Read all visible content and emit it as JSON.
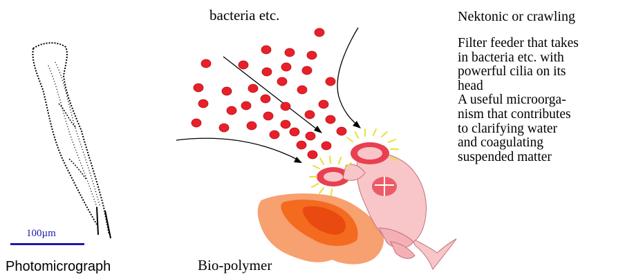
{
  "labels": {
    "bacteria": "bacteria etc.",
    "nektonic": "Nektonic or crawling",
    "photomicrograph": "Photomicrograph",
    "biopolymer": "Bio-polymer",
    "scale": "100µm"
  },
  "description_lines": [
    "Filter feeder that takes",
    "in bacteria etc. with",
    "powerful cilia on its",
    "head",
    "A useful microorga-",
    "nism that contributes",
    "to clarifying water",
    "and coagulating",
    "suspended matter"
  ],
  "colors": {
    "bacteria_fill": "#e8202a",
    "biopolymer_outer": "#f7a070",
    "biopolymer_mid": "#f46a1e",
    "biopolymer_inner": "#e84a10",
    "rotifer_body": "#f8c6c8",
    "rotifer_head": "#e84050",
    "cilia": "#e8e030",
    "scale": "#1a1aa8"
  }
}
